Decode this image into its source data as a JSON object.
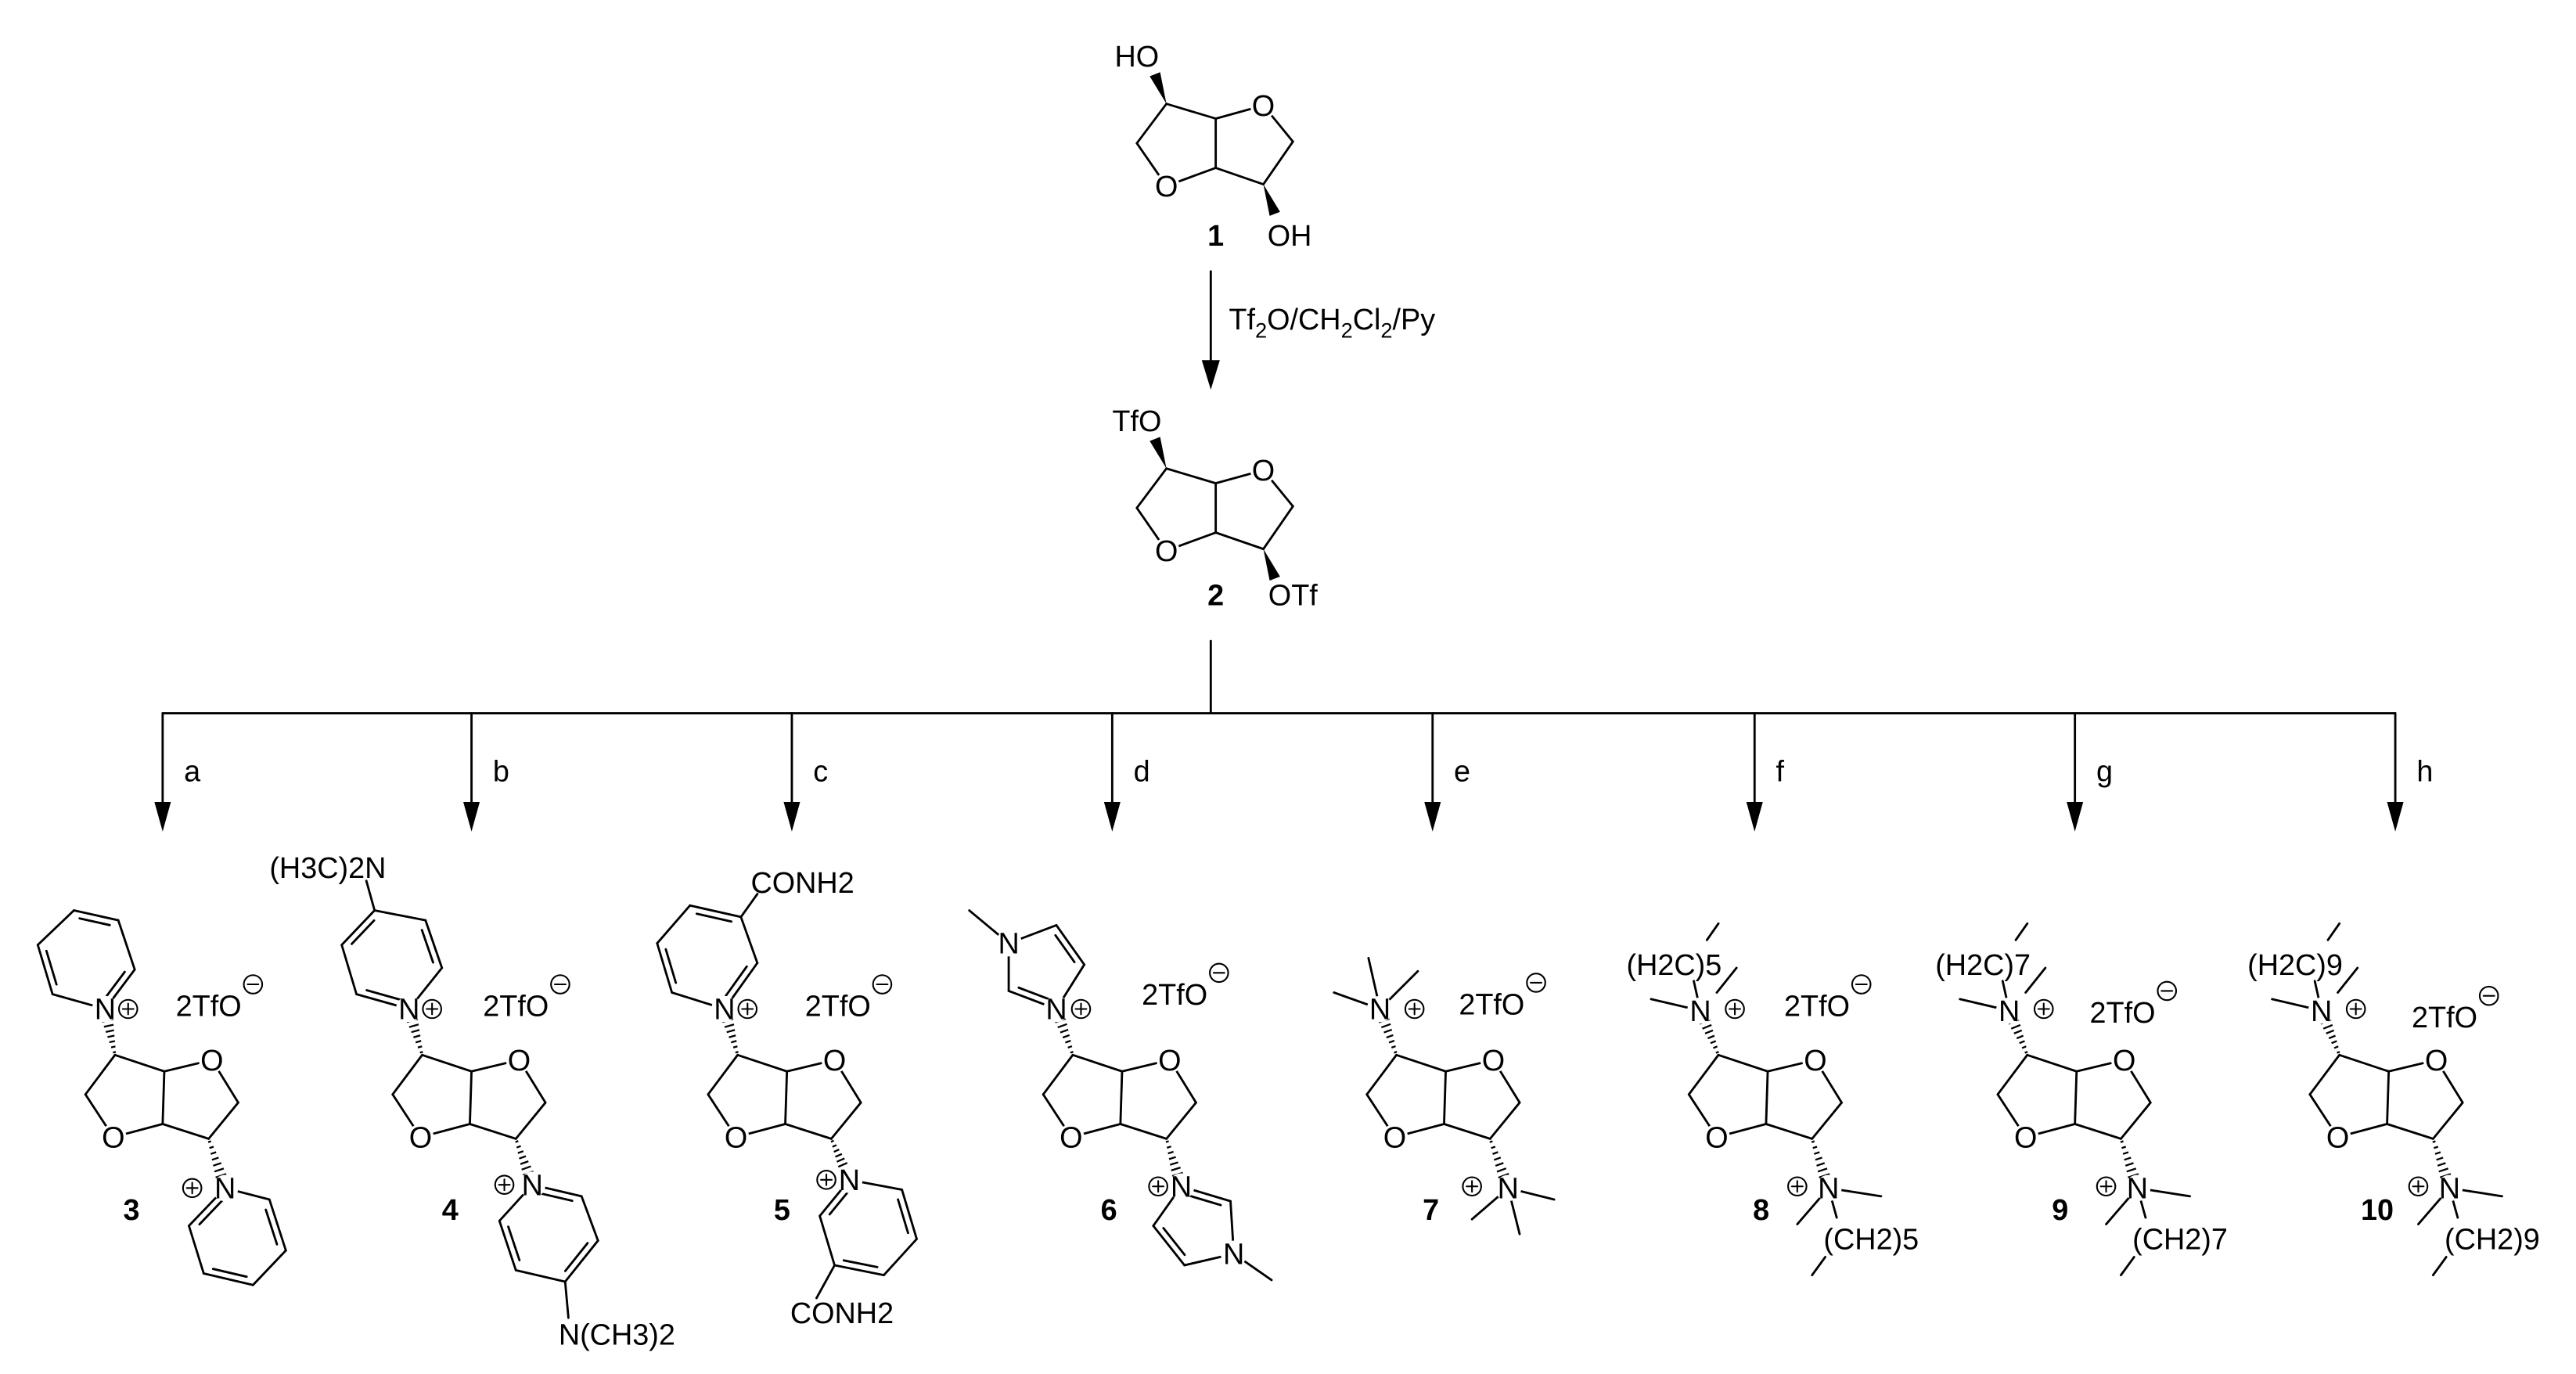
{
  "scheme": {
    "compound_1": {
      "label": "1",
      "top_substituent": "HO",
      "bottom_substituent": "OH",
      "ring_oxygen": "O"
    },
    "reagent": "Tf2O/CH2Cl2/Py",
    "compound_2": {
      "label": "2",
      "top_substituent": "TfO",
      "bottom_substituent": "OTf",
      "ring_oxygen": "O"
    },
    "routes": [
      "a",
      "b",
      "c",
      "d",
      "e",
      "f",
      "g",
      "h"
    ],
    "counterion": "2TfO",
    "ring_oxygen": "O",
    "nitrogen": "N",
    "icons": {
      "cation": "circled-plus-icon",
      "anion": "circled-minus-icon"
    },
    "products": [
      {
        "label": "3",
        "route": "a",
        "cation": "pyridinium"
      },
      {
        "label": "4",
        "route": "b",
        "cation": "4-dimethylaminopyridinium",
        "top_group": "(H3C)2N",
        "bottom_group": "N(CH3)2"
      },
      {
        "label": "5",
        "route": "c",
        "cation": "3-carbamoylpyridinium",
        "top_group": "CONH2",
        "bottom_group": "CONH2"
      },
      {
        "label": "6",
        "route": "d",
        "cation": "1-methylimidazolium"
      },
      {
        "label": "7",
        "route": "e",
        "cation": "trimethylammonium"
      },
      {
        "label": "8",
        "route": "f",
        "cation": "dimethylhexylammonium",
        "top_group": "(H2C)5",
        "bottom_group": "(CH2)5"
      },
      {
        "label": "9",
        "route": "g",
        "cation": "dimethyloctylammonium",
        "top_group": "(H2C)7",
        "bottom_group": "(CH2)7"
      },
      {
        "label": "10",
        "route": "h",
        "cation": "dimethyldecylammonium",
        "top_group": "(H2C)9",
        "bottom_group": "(CH2)9"
      }
    ]
  }
}
